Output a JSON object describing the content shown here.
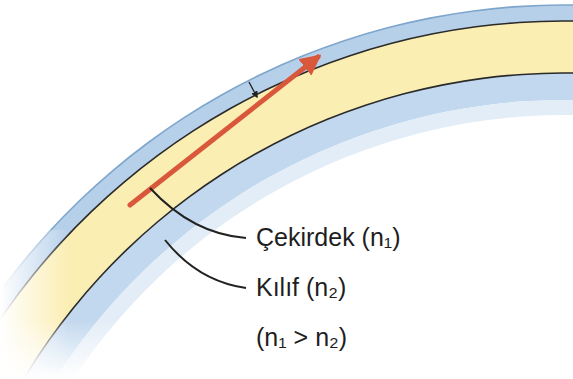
{
  "diagram": {
    "labels": [
      "Çekirdek (n₁)",
      "Kılıf (n₂)",
      "(n₁ > n₂)"
    ]
  }
}
